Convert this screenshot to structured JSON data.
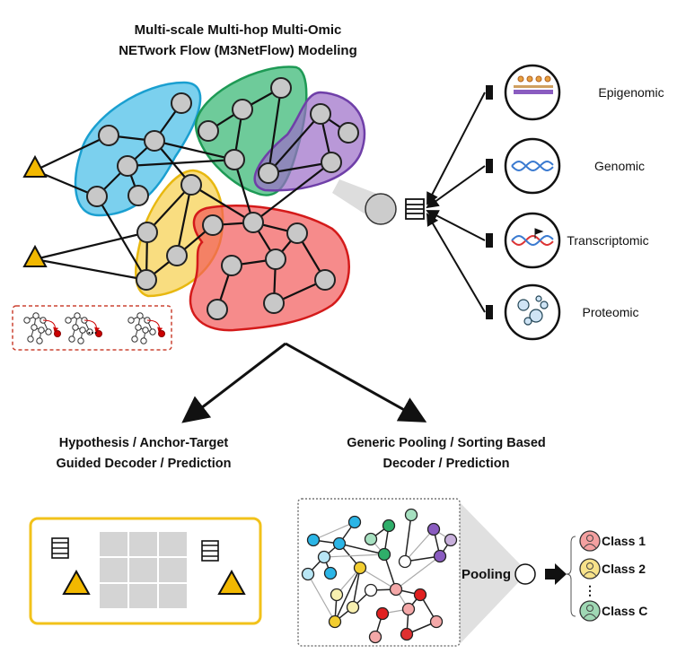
{
  "title": {
    "line1": "Multi-scale Multi-hop Multi-Omic",
    "line2": "NETwork Flow (M3NetFlow) Modeling"
  },
  "omics": [
    "Epigenomic",
    "Genomic",
    "Transcriptomic",
    "Proteomic"
  ],
  "left_branch": {
    "line1": "Hypothesis / Anchor-Target",
    "line2": "Guided Decoder / Prediction"
  },
  "right_branch": {
    "line1": "Generic Pooling / Sorting Based",
    "line2": "Decoder / Prediction"
  },
  "pooling_label": "Pooling",
  "ellipsis": "...",
  "classes": [
    {
      "label": "Class 1",
      "color": "#f4a0a0"
    },
    {
      "label": "Class 2",
      "color": "#f7e28a"
    },
    {
      "label": "Class C",
      "color": "#9fd8b4"
    }
  ],
  "vdots": "⋮",
  "colors": {
    "blue": "#4fc0e8",
    "green": "#3dba78",
    "purple": "#9b6cc8",
    "yellow": "#f6cf4a",
    "red": "#f25a5a",
    "triangle": "#f2b800"
  }
}
